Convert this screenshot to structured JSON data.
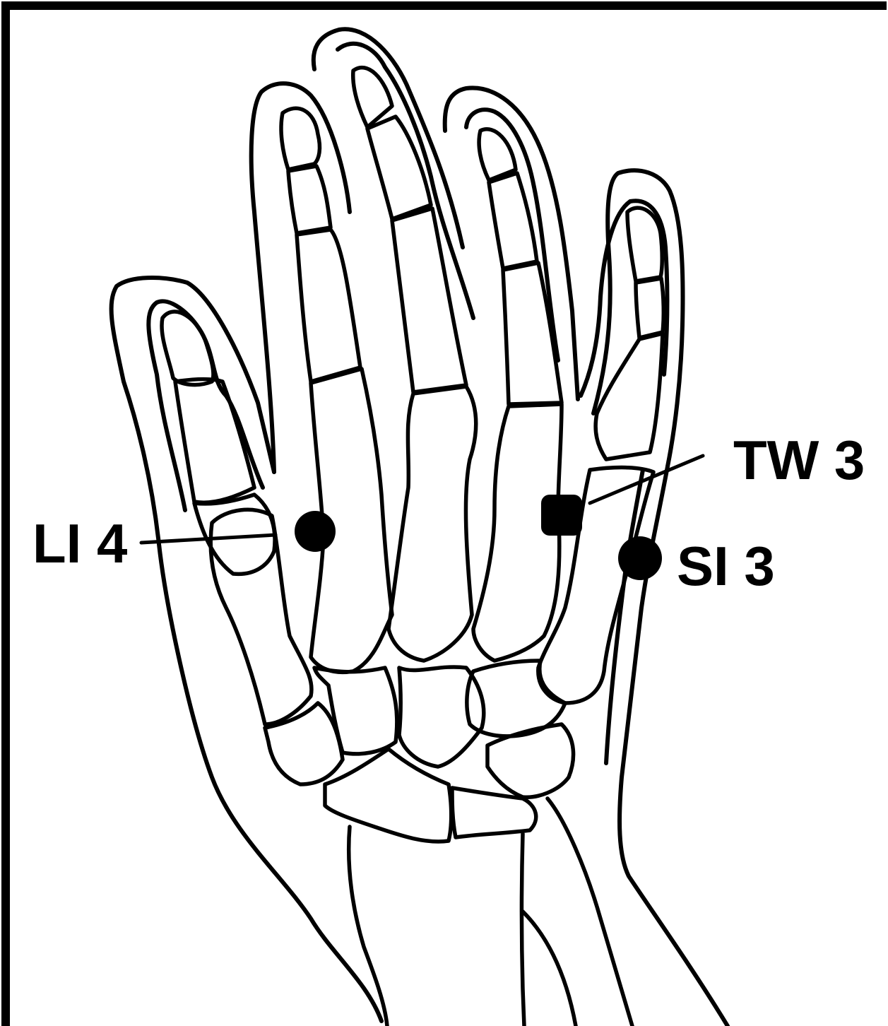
{
  "diagram": {
    "points": [
      {
        "id": "li4",
        "label": "LI 4"
      },
      {
        "id": "tw3",
        "label": "TW 3"
      },
      {
        "id": "si3",
        "label": "SI 3"
      }
    ],
    "colors": {
      "ink": "#000000",
      "background": "#ffffff"
    }
  }
}
